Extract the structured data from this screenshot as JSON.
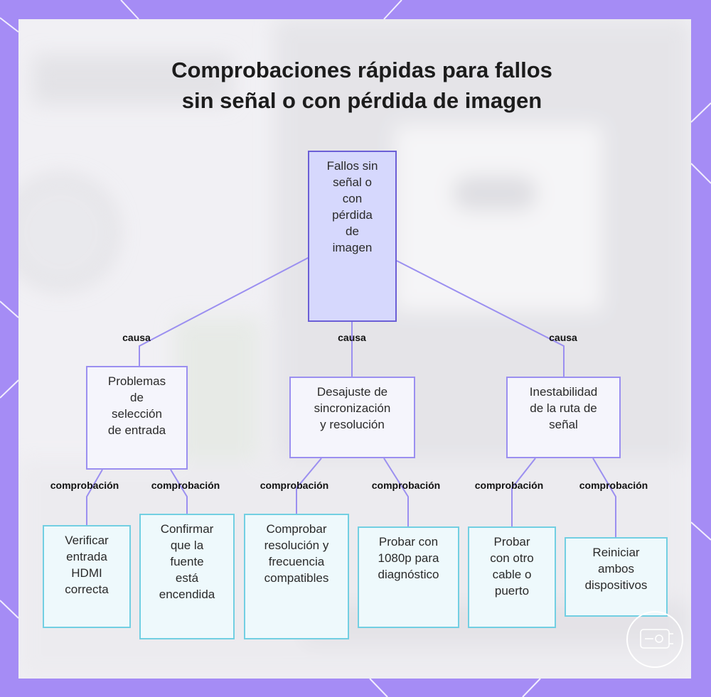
{
  "title_lines": [
    "Comprobaciones rápidas para fallos",
    "sin señal o con pérdida de imagen"
  ],
  "nodes": {
    "root": "Fallos sin\nseñal o\ncon\npérdida\nde\nimagen",
    "m1": "Problemas\nde\nselección\nde entrada",
    "m2": "Desajuste de\nsincronización\ny resolución",
    "m3": "Inestabilidad\nde la ruta de\nseñal",
    "l1": "Verificar\nentrada\nHDMI\ncorrecta",
    "l2": "Confirmar\nque la\nfuente\nestá\nencendida",
    "l3": "Comprobar\nresolución y\nfrecuencia\ncompatibles",
    "l4": "Probar con\n1080p para\ndiagnóstico",
    "l5": "Probar\ncon otro\ncable o\npuerto",
    "l6": "Reiniciar\nambos\ndispositivos"
  },
  "edge_labels": {
    "cause": "causa",
    "check": "comprobación"
  },
  "colors": {
    "frame": "#a58cf5",
    "card": "#f1f0f4",
    "edge": "#9b8ff0",
    "root_fill": "#d6d8fd",
    "mid_border": "#9b8ff0",
    "leaf_border": "#72cfe2"
  }
}
